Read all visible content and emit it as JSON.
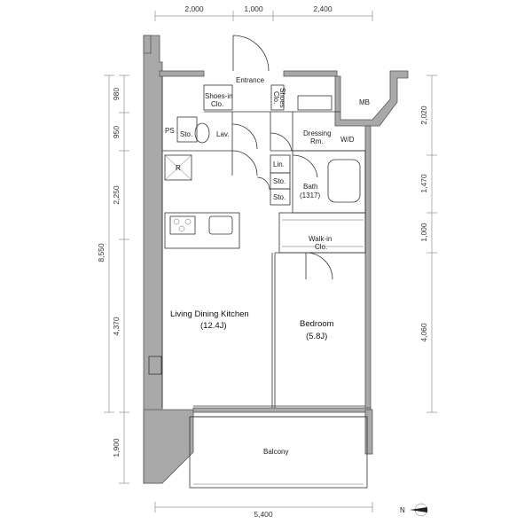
{
  "dimensions": {
    "top": [
      "2,000",
      "1,000",
      "2,400"
    ],
    "left": [
      "980",
      "950",
      "2,250",
      "4,370",
      "1,900"
    ],
    "left_total": "8,550",
    "right": [
      "2,020",
      "1,470",
      "1,000",
      "4,060"
    ],
    "bottom": "5,400"
  },
  "rooms": {
    "entrance": "Entrance",
    "shoes_in_1": "Shoes-in",
    "shoes_in_2": "Clo.",
    "shoes_clo_1": "Shoes",
    "shoes_clo_2": "Clo.",
    "mb": "MB",
    "ps": "PS",
    "sto_1": "Sto.",
    "lav": "Lav.",
    "dressing_1": "Dressing",
    "dressing_2": "Rm.",
    "wd": "W/D",
    "r": "R",
    "lin": "Lin.",
    "sto_2": "Sto.",
    "sto_3": "Sto.",
    "bath_1": "Bath",
    "bath_2": "(1317)",
    "walkin_1": "Walk-in",
    "walkin_2": "Clo.",
    "ldk_1": "Living Dining Kitchen",
    "ldk_2": "(12.4J)",
    "bedroom_1": "Bedroom",
    "bedroom_2": "(5.8J)",
    "balcony": "Balcony"
  },
  "compass": {
    "label": "N"
  }
}
